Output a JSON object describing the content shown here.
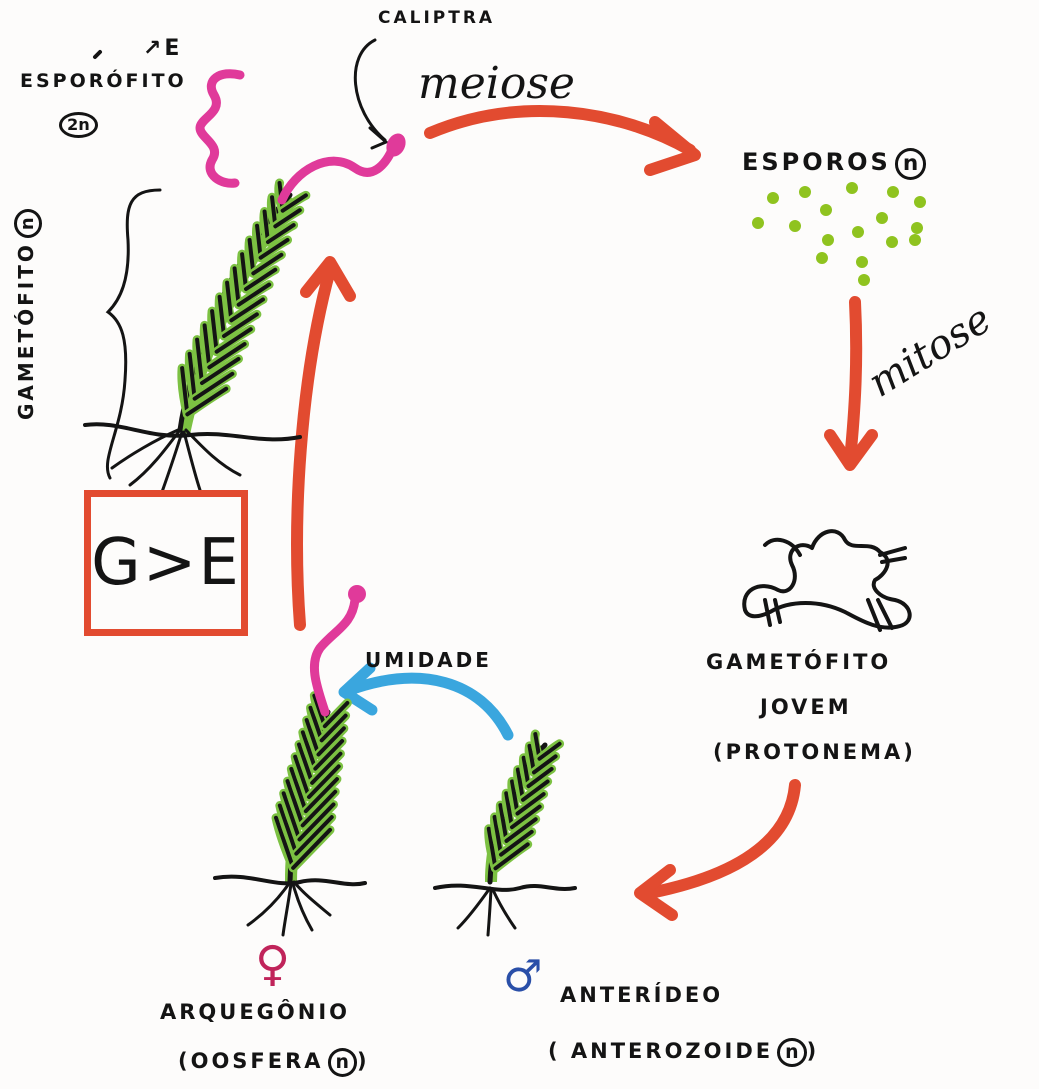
{
  "labels": {
    "caliptra": "CALIPTRA",
    "meiose": "meiose",
    "esporofito_arrow": "↗E",
    "esporofito": "ESPORÓFITO",
    "esporofito_ploidy": "2n",
    "gametofito": "GAMETÓFITO",
    "gametofito_ploidy": "n",
    "esporos": "ESPOROS",
    "esporos_ploidy": "n",
    "mitose": "mitose",
    "ge_box": "G>E",
    "gametofito_jovem_line1": "GAMETÓFITO",
    "gametofito_jovem_line2": "JOVEM",
    "gametofito_jovem_line3": "(PROTONEMA)",
    "umidade": "UMIDADE",
    "female_symbol": "♀",
    "male_symbol": "♂",
    "arquegonio": "ARQUEGÔNIO",
    "oosfera": "(OOSFERA",
    "oosfera_ploidy": "n",
    "oosfera_close": ")",
    "anterideo": "ANTERÍDEO",
    "anterozoide": "( ANTEROZOIDE",
    "anterozoide_ploidy": "n",
    "anterozoide_close": ")"
  },
  "colors": {
    "arrow_red": "#e24b30",
    "arrow_blue": "#3aa6de",
    "sporophyte_pink": "#e03a9a",
    "leaf_green": "#7cc142",
    "spore_green": "#8fc31f",
    "ink": "#141414",
    "female_color": "#c0245a",
    "male_color": "#2a4fa8"
  },
  "icons": [
    "moss-gametophyte",
    "sporophyte",
    "spore-dots",
    "protonema",
    "female-symbol",
    "male-symbol"
  ]
}
